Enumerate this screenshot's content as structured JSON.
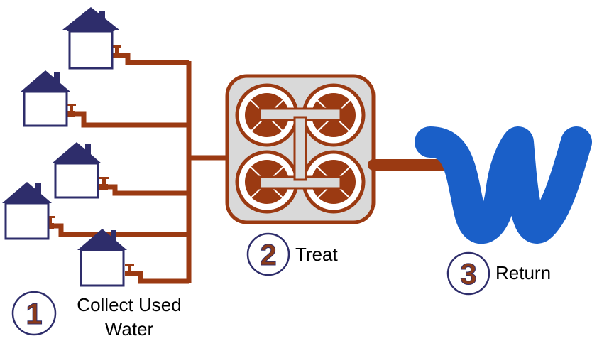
{
  "steps": [
    {
      "number": "1",
      "label_lines": [
        "Collect Used",
        "Water"
      ]
    },
    {
      "number": "2",
      "label": "Treat"
    },
    {
      "number": "3",
      "label": "Return"
    }
  ],
  "colors": {
    "pipe": "#9b3a12",
    "house_roof": "#2e2d6b",
    "house_outline": "#2e2d6b",
    "treatment_box": "#d9d9d9",
    "water": "#1a5fc8",
    "number_fill": "#8a3a1a",
    "number_outline": "#2e2d6b"
  },
  "icons": [
    "house-icon",
    "faucet-icon",
    "treatment-plant-icon",
    "water-wave-icon"
  ]
}
